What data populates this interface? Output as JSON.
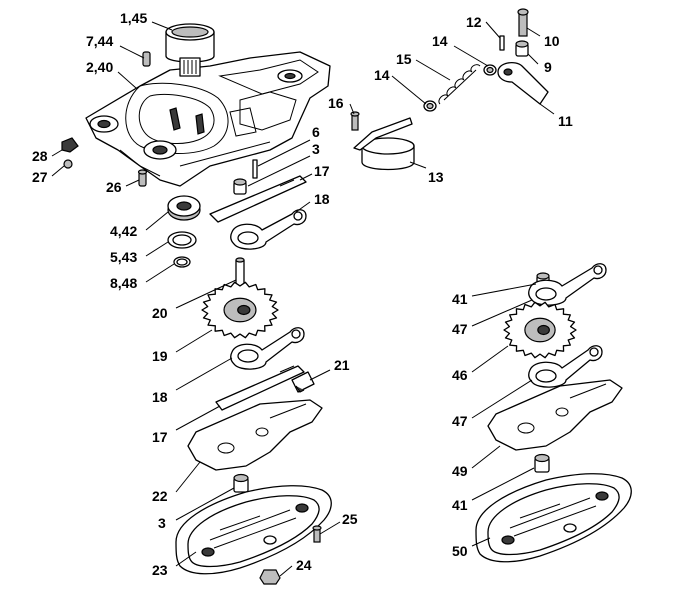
{
  "callouts": [
    {
      "id": "c1",
      "text": "1,45"
    },
    {
      "id": "c2",
      "text": "7,44"
    },
    {
      "id": "c3",
      "text": "2,40"
    },
    {
      "id": "c4",
      "text": "28"
    },
    {
      "id": "c5",
      "text": "27"
    },
    {
      "id": "c6",
      "text": "26"
    },
    {
      "id": "c7",
      "text": "4,42"
    },
    {
      "id": "c8",
      "text": "5,43"
    },
    {
      "id": "c9",
      "text": "8,48"
    },
    {
      "id": "c10",
      "text": "20"
    },
    {
      "id": "c11",
      "text": "19"
    },
    {
      "id": "c12",
      "text": "18"
    },
    {
      "id": "c13",
      "text": "17"
    },
    {
      "id": "c14",
      "text": "22"
    },
    {
      "id": "c15",
      "text": "3"
    },
    {
      "id": "c16",
      "text": "23"
    },
    {
      "id": "c17",
      "text": "24"
    },
    {
      "id": "c18",
      "text": "25"
    },
    {
      "id": "c19",
      "text": "21"
    },
    {
      "id": "c20",
      "text": "6"
    },
    {
      "id": "c21",
      "text": "3"
    },
    {
      "id": "c22",
      "text": "17"
    },
    {
      "id": "c23",
      "text": "18"
    },
    {
      "id": "c24",
      "text": "12"
    },
    {
      "id": "c25",
      "text": "10"
    },
    {
      "id": "c26",
      "text": "14"
    },
    {
      "id": "c27",
      "text": "15"
    },
    {
      "id": "c28",
      "text": "14"
    },
    {
      "id": "c29",
      "text": "9"
    },
    {
      "id": "c30",
      "text": "16"
    },
    {
      "id": "c31",
      "text": "11"
    },
    {
      "id": "c32",
      "text": "13"
    },
    {
      "id": "c33",
      "text": "41"
    },
    {
      "id": "c34",
      "text": "47"
    },
    {
      "id": "c35",
      "text": "46"
    },
    {
      "id": "c36",
      "text": "47"
    },
    {
      "id": "c37",
      "text": "49"
    },
    {
      "id": "c38",
      "text": "41"
    },
    {
      "id": "c39",
      "text": "50"
    }
  ]
}
